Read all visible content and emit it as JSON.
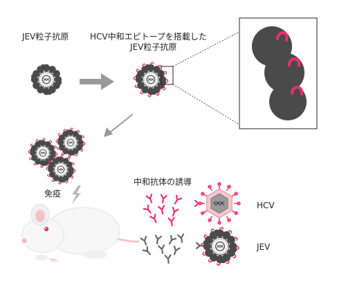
{
  "labels": {
    "jev_particle_antigen": "JEV粒子抗原",
    "hcv_epitope_line1": "HCV中和エピトープを搭載した",
    "hcv_epitope_line2": "JEV粒子抗原",
    "immunization": "免疫",
    "neutralizing_antibody_induction": "中和抗体の誘導",
    "hcv": "HCV",
    "jev": "JEV"
  },
  "colors": {
    "epitope_magenta": "#e8306e",
    "particle_dark": "#4a4a4a",
    "arrow_gray": "#999999",
    "antibody_gray": "#666666",
    "hcv_pink_fill": "#f6c6cc"
  },
  "icons": {
    "mouse": "mouse-illustration",
    "lightning": "lightning-bolt-icon",
    "zoom_panel": "zoom-inset-panel"
  }
}
